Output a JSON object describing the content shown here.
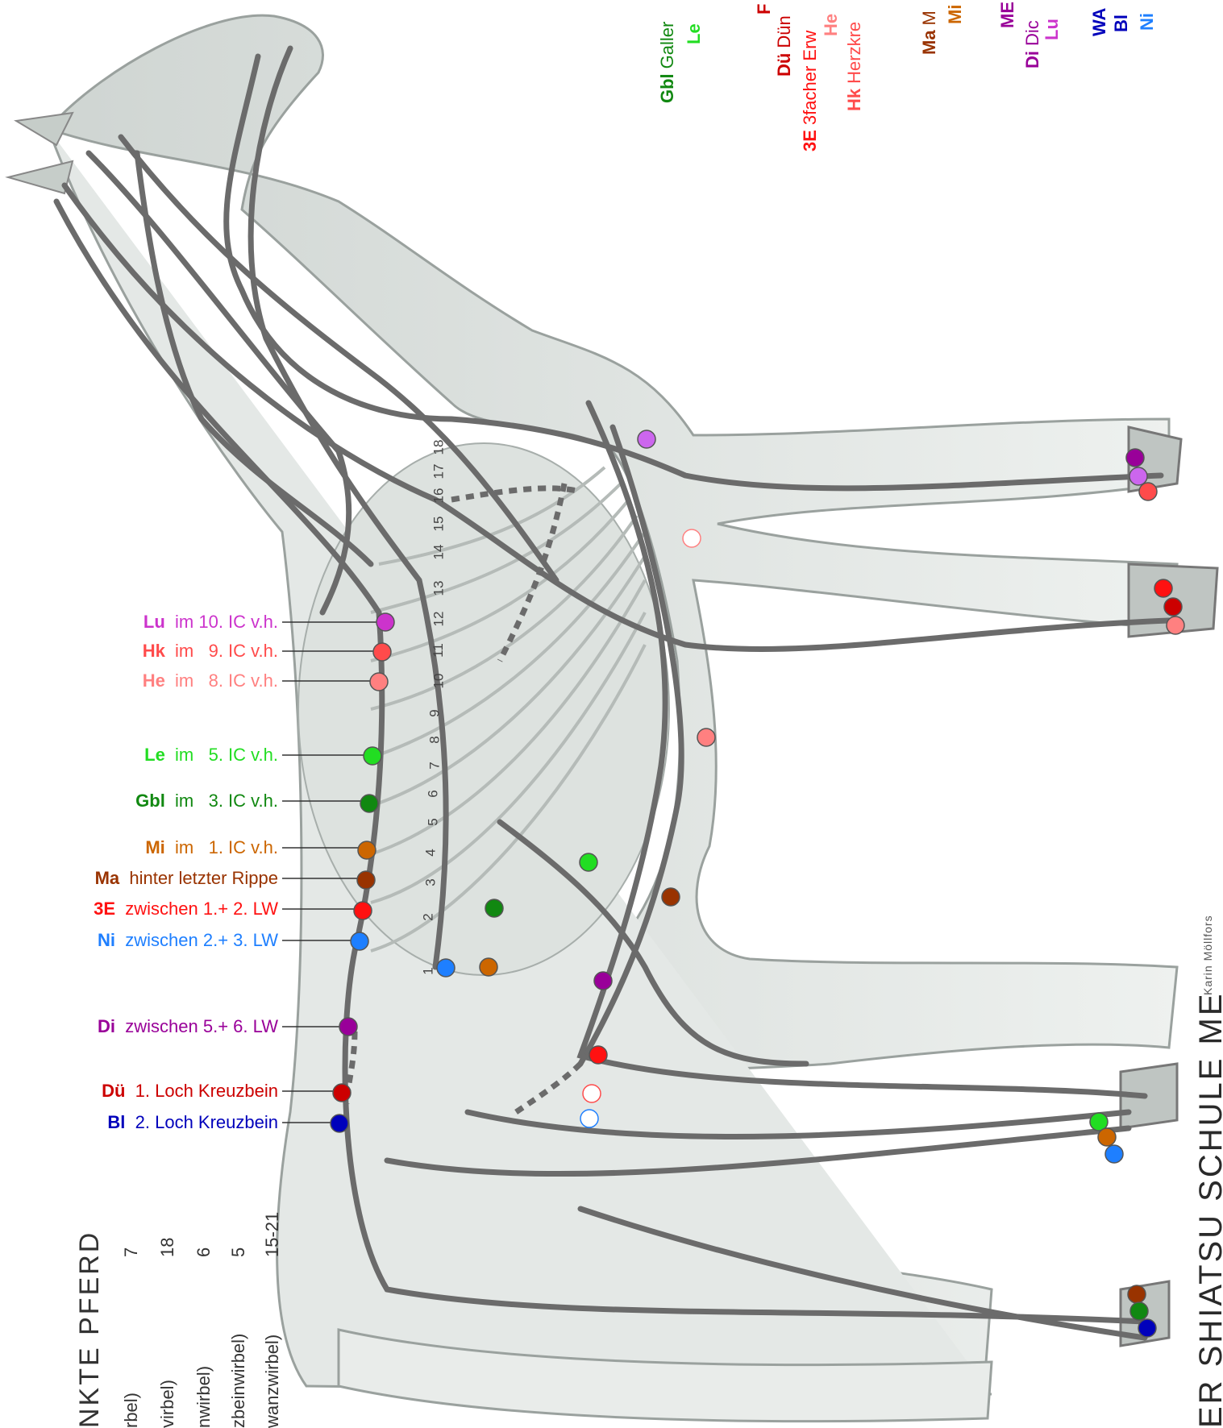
{
  "colors": {
    "lu": "#cc33cc",
    "hk": "#ff4b4b",
    "he": "#ff8080",
    "le": "#22dd22",
    "gbl": "#118811",
    "mi": "#cc6600",
    "ma": "#993300",
    "e3": "#ff1111",
    "ni": "#1e7fff",
    "di": "#990099",
    "due": "#cc0000",
    "bl": "#0000bb",
    "meridian": "#6b6b6b",
    "body": "#e2e6e4"
  },
  "points": [
    {
      "abbr": "Lu",
      "text": "im 10. IC v.h.",
      "color": "#cc33cc"
    },
    {
      "abbr": "Hk",
      "text": "im   9. IC v.h.",
      "color": "#ff4b4b"
    },
    {
      "abbr": "He",
      "text": "im   8. IC v.h.",
      "color": "#ff8080"
    },
    {
      "abbr": "Le",
      "text": "im   5. IC v.h.",
      "color": "#22dd22"
    },
    {
      "abbr": "Gbl",
      "text": "im   3. IC v.h.",
      "color": "#118811"
    },
    {
      "abbr": "Mi",
      "text": "im   1. IC v.h.",
      "color": "#cc6600"
    },
    {
      "abbr": "Ma",
      "text": "hinter letzter Rippe",
      "color": "#993300"
    },
    {
      "abbr": "3E",
      "text": "zwischen 1.+ 2. LW",
      "color": "#ff1111"
    },
    {
      "abbr": "Ni",
      "text": "zwischen 2.+ 3. LW",
      "color": "#1e7fff"
    },
    {
      "abbr": "Di",
      "text": "zwischen 5.+ 6. LW",
      "color": "#990099"
    },
    {
      "abbr": "Dü",
      "text": "1. Loch Kreuzbein",
      "color": "#cc0000"
    },
    {
      "abbr": "Bl",
      "text": "2. Loch Kreuzbein",
      "color": "#0000bb"
    }
  ],
  "legend": [
    {
      "abbr": "Gbl",
      "text": "Galler",
      "color": "#118811"
    },
    {
      "abbr": "Le",
      "text": "",
      "color": "#22dd22"
    },
    {
      "abbr": "F",
      "text": "",
      "color": "#cc0000"
    },
    {
      "abbr": "Dü",
      "text": "Dün",
      "color": "#cc0000"
    },
    {
      "abbr": "3E",
      "text": "3facher Erw",
      "color": "#ff1111"
    },
    {
      "abbr": "He",
      "text": "",
      "color": "#ff8080"
    },
    {
      "abbr": "Hk",
      "text": "Herzkre",
      "color": "#ff4b4b"
    },
    {
      "abbr": "Ma",
      "text": "M",
      "color": "#993300"
    },
    {
      "abbr": "Mi",
      "text": "",
      "color": "#cc6600"
    },
    {
      "abbr": "ME",
      "text": "",
      "color": "#990099"
    },
    {
      "abbr": "Di",
      "text": "Dic",
      "color": "#990099"
    },
    {
      "abbr": "Lu",
      "text": "",
      "color": "#cc33cc"
    },
    {
      "abbr": "WA",
      "text": "",
      "color": "#0000bb"
    },
    {
      "abbr": "Bl",
      "text": "",
      "color": "#0000bb"
    },
    {
      "abbr": "Ni",
      "text": "",
      "color": "#1e7fff"
    }
  ],
  "vertebrae": {
    "title": "NKTE PFERD",
    "rows": [
      {
        "name": "rbel)",
        "count": "7"
      },
      {
        "name": "virbel)",
        "count": "18"
      },
      {
        "name": "nwirbel)",
        "count": "6"
      },
      {
        "name": "zbeinwirbel)",
        "count": "5"
      },
      {
        "name": "wanzwirbel)",
        "count": "15-21"
      }
    ]
  },
  "ribs": [
    "1",
    "2",
    "3",
    "4",
    "5",
    "6",
    "7",
    "8",
    "9",
    "10",
    "11",
    "12",
    "13",
    "14",
    "15",
    "16",
    "17",
    "18"
  ],
  "footer": {
    "title": "ER SHIATSU SCHULE ME",
    "author": "Karin Möllfors"
  }
}
